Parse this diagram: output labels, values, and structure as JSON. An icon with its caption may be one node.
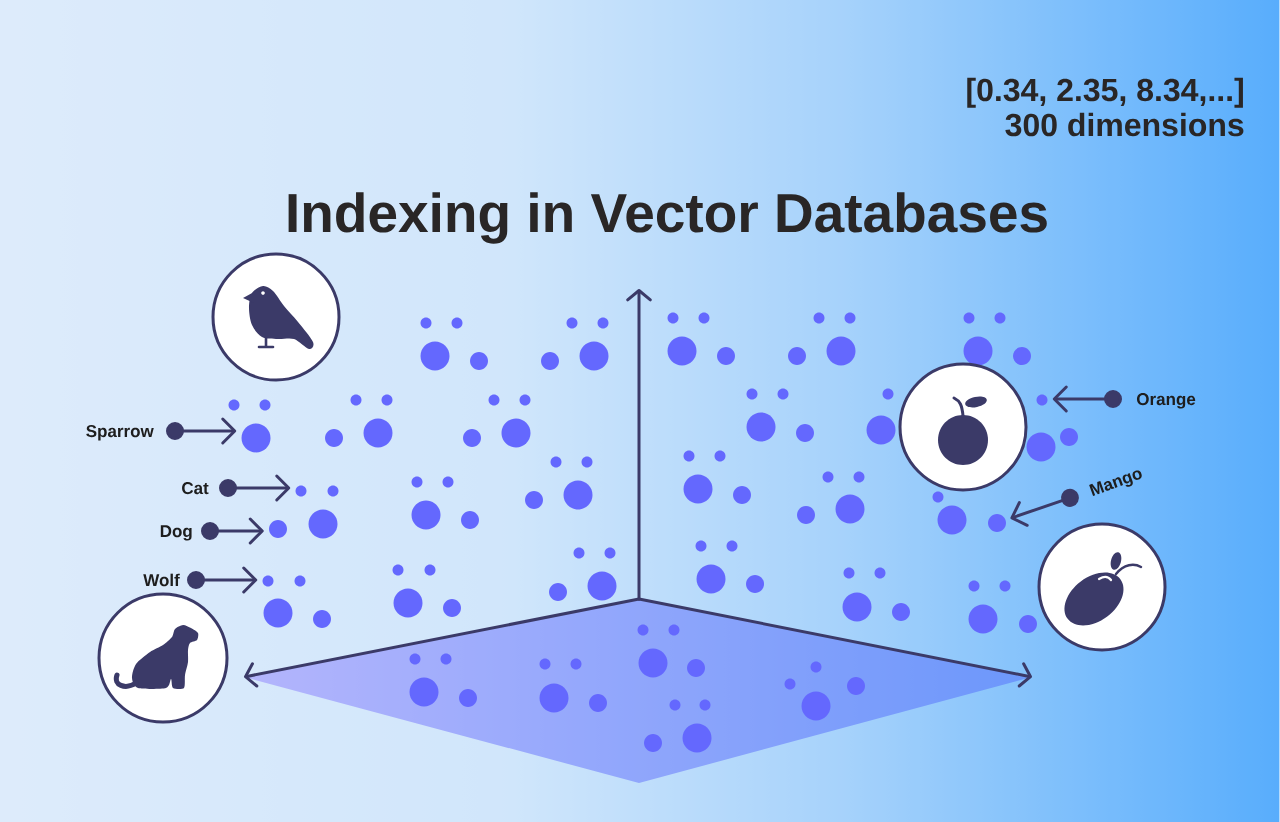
{
  "diagram": {
    "title": "Indexing in Vector Databases",
    "nodes": [
      {
        "text": [
          "Sparrow"
        ]
      },
      {
        "text": [],
        "shape": "circle"
      },
      {
        "text": [
          "Cat"
        ]
      },
      {
        "text": [],
        "shape": "circle"
      },
      {
        "text": [
          "Dog"
        ]
      },
      {
        "text": [],
        "shape": "circle"
      },
      {
        "text": [
          "Wolf"
        ]
      },
      {
        "text": [],
        "shape": "circle"
      },
      {
        "text": [
          "Orange"
        ]
      },
      {
        "text": [],
        "shape": "circle"
      },
      {
        "text": [
          "Mango"
        ]
      },
      {
        "text": [],
        "shape": "circle"
      },
      {
        "text": [],
        "shape": "circle"
      },
      {
        "text": [],
        "shape": "circle"
      },
      {
        "text": [],
        "shape": "circle"
      },
      {
        "text": [],
        "shape": "circle"
      },
      {
        "text": [],
        "shape": "circle"
      },
      {
        "text": [],
        "shape": "circle"
      },
      {
        "text": [],
        "shape": "circle"
      },
      {
        "text": [],
        "shape": "circle"
      },
      {
        "text": [],
        "shape": "circle"
      },
      {
        "text": [],
        "shape": "circle"
      },
      {
        "text": [],
        "shape": "circle"
      },
      {
        "text": [],
        "shape": "circle"
      },
      {
        "text": [],
        "shape": "circle"
      },
      {
        "text": [],
        "shape": "circle"
      },
      {
        "text": [],
        "shape": "circle"
      },
      {
        "text": [],
        "shape": "circle"
      },
      {
        "text": [],
        "shape": "circle"
      },
      {
        "text": [],
        "shape": "circle"
      },
      {
        "text": [],
        "shape": "circle"
      },
      {
        "text": [],
        "shape": "circle"
      },
      {
        "text": [],
        "shape": "circle"
      },
      {
        "text": [],
        "shape": "circle"
      },
      {
        "text": [],
        "shape": "circle"
      },
      {
        "text": [],
        "shape": "circle"
      },
      {
        "text": [],
        "shape": "circle"
      },
      {
        "text": [],
        "shape": "circle"
      },
      {
        "text": [],
        "shape": "circle"
      },
      {
        "text": [],
        "shape": "circle"
      },
      {
        "text": [],
        "shape": "circle"
      },
      {
        "text": [],
        "shape": "circle"
      },
      {
        "text": [],
        "shape": "circle"
      },
      {
        "text": [],
        "shape": "circle"
      },
      {
        "text": [],
        "shape": "circle"
      },
      {
        "text": [],
        "shape": "circle"
      },
      {
        "text": [],
        "shape": "circle"
      },
      {
        "text": [],
        "shape": "circle"
      },
      {
        "text": [],
        "shape": "circle"
      },
      {
        "text": [],
        "shape": "circle"
      },
      {
        "text": [],
        "shape": "circle"
      },
      {
        "text": [],
        "shape": "circle"
      },
      {
        "text": [],
        "shape": "circle"
      },
      {
        "text": [],
        "shape": "circle"
      },
      {
        "text": [],
        "shape": "circle"
      },
      {
        "text": [],
        "shape": "circle"
      },
      {
        "text": [],
        "shape": "circle"
      },
      {
        "text": [],
        "shape": "circle"
      },
      {
        "text": [],
        "shape": "circle"
      },
      {
        "text": [],
        "shape": "circle"
      },
      {
        "text": [],
        "shape": "circle"
      },
      {
        "text": [],
        "shape": "circle"
      },
      {
        "text": [],
        "shape": "circle"
      },
      {
        "text": [],
        "shape": "circle"
      },
      {
        "text": [],
        "shape": "circle"
      },
      {
        "text": [],
        "shape": "circle"
      },
      {
        "text": [],
        "shape": "circle"
      },
      {
        "text": [],
        "shape": "circle"
      },
      {
        "text": [],
        "shape": "circle"
      },
      {
        "text": [],
        "shape": "circle"
      },
      {
        "text": [],
        "shape": "circle"
      },
      {
        "text": [],
        "shape": "circle"
      },
      {
        "text": [],
        "shape": "circle"
      },
      {
        "text": [],
        "shape": "circle"
      },
      {
        "text": [],
        "shape": "circle"
      },
      {
        "text": [],
        "shape": "circle"
      },
      {
        "text": [],
        "shape": "circle"
      },
      {
        "text": [],
        "shape": "circle"
      },
      {
        "text": [],
        "shape": "circle"
      },
      {
        "text": [],
        "shape": "circle"
      },
      {
        "text": [],
        "shape": "circle"
      },
      {
        "text": [],
        "shape": "circle"
      },
      {
        "text": [],
        "shape": "circle"
      },
      {
        "text": [],
        "shape": "circle"
      },
      {
        "text": [],
        "shape": "circle"
      },
      {
        "text": [],
        "shape": "circle"
      },
      {
        "text": [],
        "shape": "circle"
      },
      {
        "text": [],
        "shape": "circle"
      },
      {
        "text": [],
        "shape": "circle"
      },
      {
        "text": [],
        "shape": "circle"
      },
      {
        "text": [],
        "shape": "circle"
      },
      {
        "text": [],
        "shape": "circle"
      },
      {
        "text": [],
        "shape": "circle"
      },
      {
        "text": [],
        "shape": "circle"
      },
      {
        "text": [],
        "shape": "circle"
      },
      {
        "text": [],
        "shape": "circle"
      },
      {
        "text": [],
        "shape": "circle"
      },
      {
        "text": [],
        "shape": "circle"
      },
      {
        "text": [],
        "shape": "circle"
      },
      {
        "text": [],
        "shape": "circle"
      },
      {
        "text": [],
        "shape": "circle"
      },
      {
        "text": [],
        "shape": "circle"
      },
      {
        "text": [],
        "shape": "circle"
      },
      {
        "text": [],
        "shape": "circle"
      },
      {
        "text": [],
        "shape": "circle"
      },
      {
        "text": [],
        "shape": "circle"
      },
      {
        "text": [],
        "shape": "circle"
      },
      {
        "text": [],
        "shape": "circle"
      },
      {
        "text": [],
        "shape": "circle"
      },
      {
        "text": [],
        "shape": "circle"
      },
      {
        "text": [],
        "shape": "circle"
      },
      {
        "text": [],
        "shape": "circle"
      },
      {
        "text": [],
        "shape": "circle"
      }
    ],
    "edges": [
      {
        "from": 0,
        "to": 1,
        "arrow": "to"
      },
      {
        "from": 2,
        "to": 3,
        "arrow": "to"
      },
      {
        "from": 4,
        "to": 5,
        "arrow": "to"
      },
      {
        "from": 6,
        "to": 7,
        "arrow": "to"
      },
      {
        "from": 8,
        "to": 9,
        "arrow": "to"
      },
      {
        "from": 10,
        "to": 11,
        "arrow": "to"
      }
    ],
    "labels": [
      "[0.34, 2.35, 8.34,...]",
      "300 dimensions"
    ]
  }
}
